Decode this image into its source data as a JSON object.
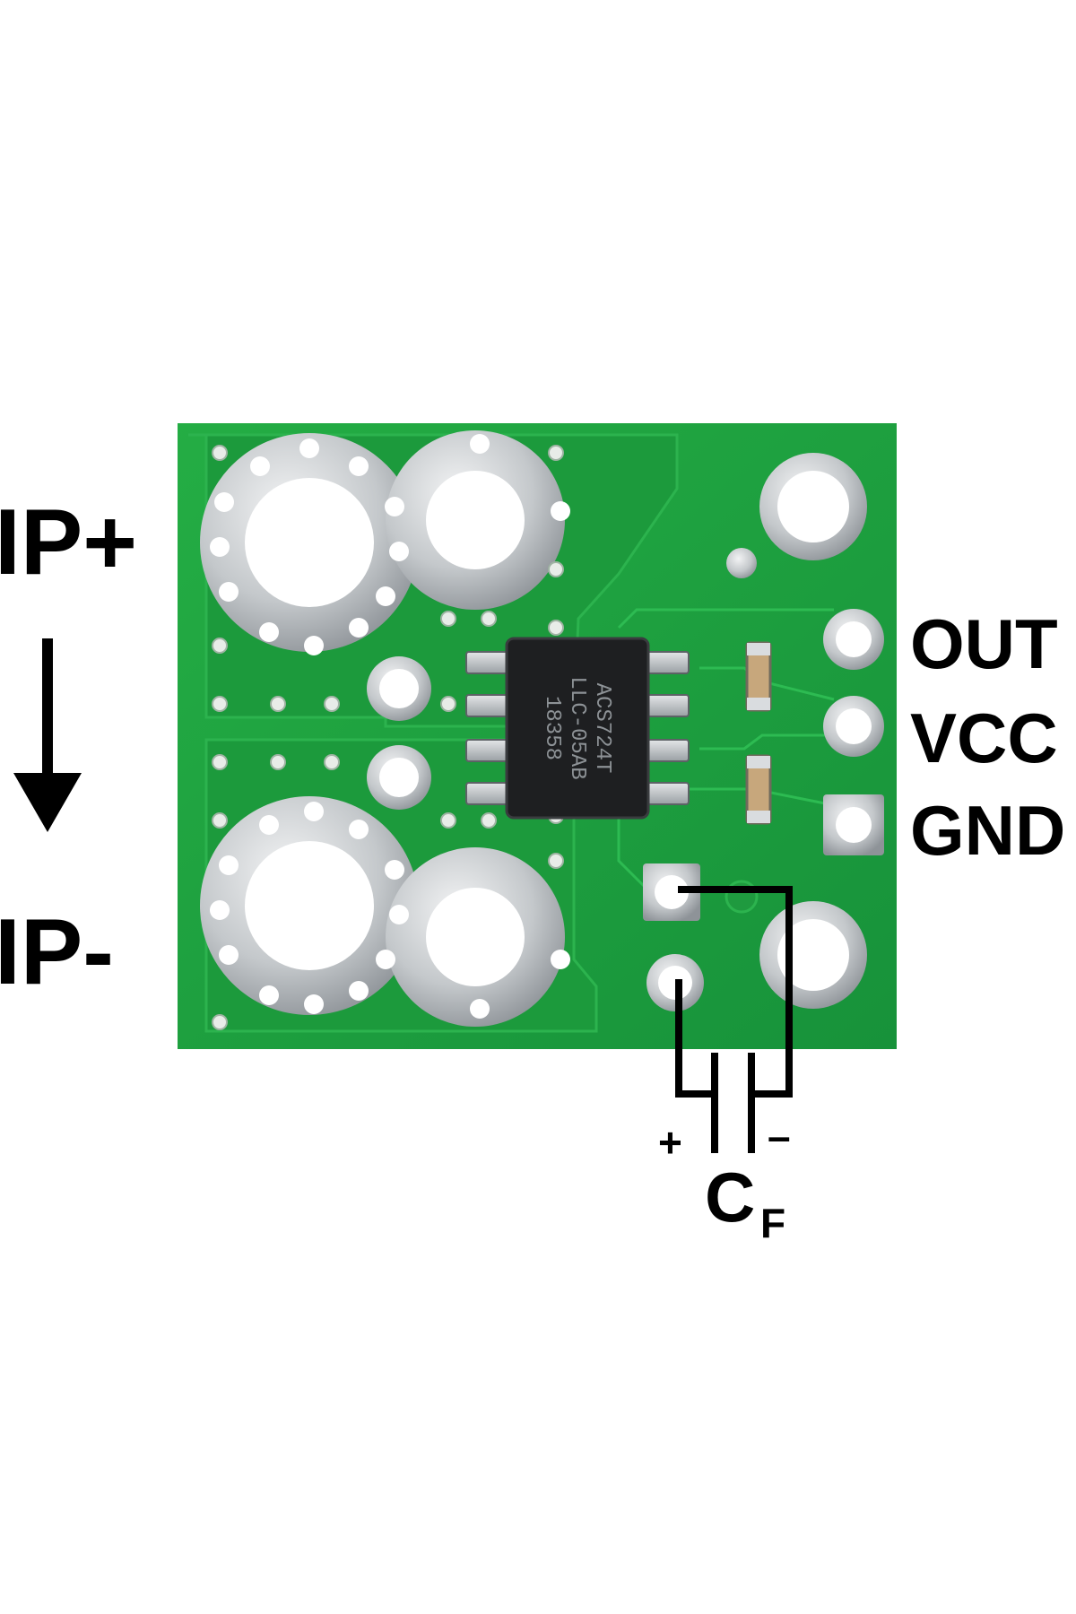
{
  "labels": {
    "ip_plus": "IP+",
    "ip_minus": "IP-",
    "out": "OUT",
    "vcc": "VCC",
    "gnd": "GND",
    "cap_plus": "+",
    "cap_minus": "–",
    "cap_name": "C",
    "cap_sub": "F"
  },
  "chip": {
    "line1": "ACS724T",
    "line2": "LLC-05AB",
    "line3": "18358"
  },
  "colors": {
    "pcb": "#1fa23c",
    "pcb_dark": "#188532",
    "metal": "#c9cdd0",
    "chip": "#1e1f21",
    "ink": "#000000"
  }
}
